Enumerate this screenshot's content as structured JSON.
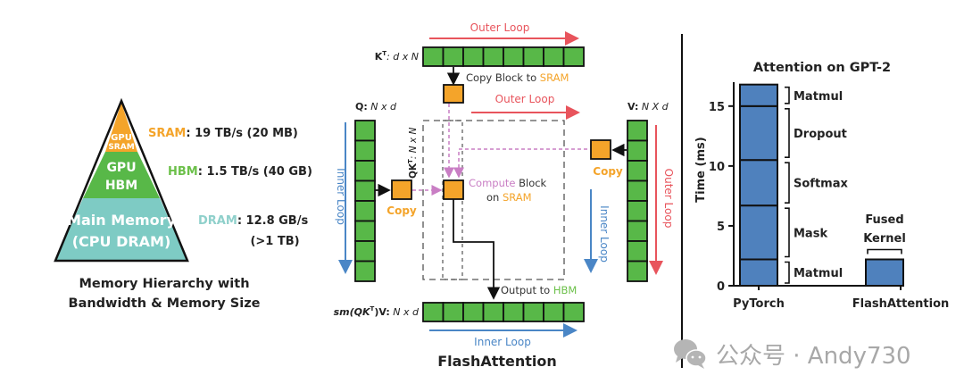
{
  "colors": {
    "orange": "#f4a42a",
    "green": "#58b848",
    "teal": "#7ecbc4",
    "red": "#e8545c",
    "blue": "#4a86c6",
    "purple": "#c97ec4",
    "bar_blue": "#4f81bd",
    "hbm_green": "#6cc04a",
    "dram_teal": "#8fd0cb"
  },
  "memory_hierarchy": {
    "tiers": [
      {
        "name": "GPU SRAM",
        "line1": "GPU",
        "line2": "SRAM",
        "label_key": "SRAM",
        "label_rest": ": 19 TB/s (20 MB)"
      },
      {
        "name": "GPU HBM",
        "line1": "GPU",
        "line2": "HBM",
        "label_key": "HBM",
        "label_rest": ": 1.5 TB/s (40 GB)"
      },
      {
        "name": "Main Memory (CPU DRAM)",
        "line1": "Main Memory",
        "line2": "(CPU DRAM)",
        "label_key": "DRAM",
        "label_rest": ": 12.8 GB/s",
        "label_line2": "(>1 TB)"
      }
    ],
    "caption_line1": "Memory Hierarchy with",
    "caption_line2": "Bandwidth & Memory Size"
  },
  "flash_attention": {
    "kt_label": "K",
    "kt_sup": "T",
    "kt_dims": ": d x N",
    "q_label": "Q:",
    "q_dims": " N x d",
    "v_label": "V:",
    "v_dims": " N X d",
    "qkt_label": "QK",
    "qkt_sup": "T",
    "qkt_dims": ": N x N",
    "out_label_pre": "sm(QK",
    "out_label_sup": "T",
    "out_label_post": ")V:",
    "out_dims": " N x d",
    "outer_loop": "Outer Loop",
    "inner_loop": "Inner Loop",
    "copy_block_pre": "Copy Block to ",
    "copy_block_key": "SRAM",
    "copy": "Copy",
    "compute_key": "Compute",
    "compute_rest": " Block",
    "on_pre": "on ",
    "on_key": "SRAM",
    "output_pre": "Output to ",
    "output_key": "HBM",
    "title": "FlashAttention"
  },
  "chart_data": {
    "type": "bar",
    "title": "Attention on GPT-2",
    "ylabel": "Time (ms)",
    "xlabel": "",
    "ylim": [
      0,
      17
    ],
    "yticks": [
      0,
      5,
      10,
      15
    ],
    "categories": [
      "PyTorch",
      "FlashAttention"
    ],
    "stacked": true,
    "series": [
      {
        "category": "PyTorch",
        "segments": [
          {
            "name": "Matmul",
            "value": 2.2
          },
          {
            "name": "Mask",
            "value": 4.5
          },
          {
            "name": "Softmax",
            "value": 3.8
          },
          {
            "name": "Dropout",
            "value": 4.5
          },
          {
            "name": "Matmul",
            "value": 1.8
          }
        ]
      },
      {
        "category": "FlashAttention",
        "segments": [
          {
            "name": "Fused Kernel",
            "value": 2.2
          }
        ]
      }
    ],
    "annotations": [
      "Matmul",
      "Mask",
      "Softmax",
      "Dropout",
      "Matmul",
      "Fused Kernel"
    ],
    "fused_line1": "Fused",
    "fused_line2": "Kernel"
  },
  "watermark": {
    "icon": "wechat-icon",
    "text": "公众号 · Andy730"
  }
}
